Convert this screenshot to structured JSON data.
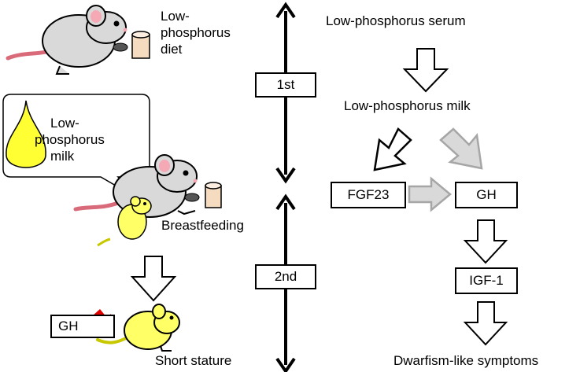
{
  "left": {
    "diet_label": [
      "Low-",
      "phosphorus",
      "diet"
    ],
    "milk_label": [
      "Low-",
      "phosphorus",
      "milk"
    ],
    "breastfeeding": "Breastfeeding",
    "gh_badge": "GH",
    "short_stature": "Short stature"
  },
  "generations": {
    "first": "1st",
    "second": "2nd"
  },
  "pathway": {
    "serum": "Low-phosphorus serum",
    "milk": "Low-phosphorus milk",
    "fgf23": "FGF23",
    "gh": "GH",
    "igf1": "IGF-1",
    "symptoms": "Dwarfism-like symptoms"
  },
  "colors": {
    "mouse_body": "#d9d9d9",
    "pup_body": "#ffff66",
    "milk_drop": "#ffff33",
    "down_arrow_red": "#e00000",
    "gray_arrow": "#bfbfbf"
  }
}
